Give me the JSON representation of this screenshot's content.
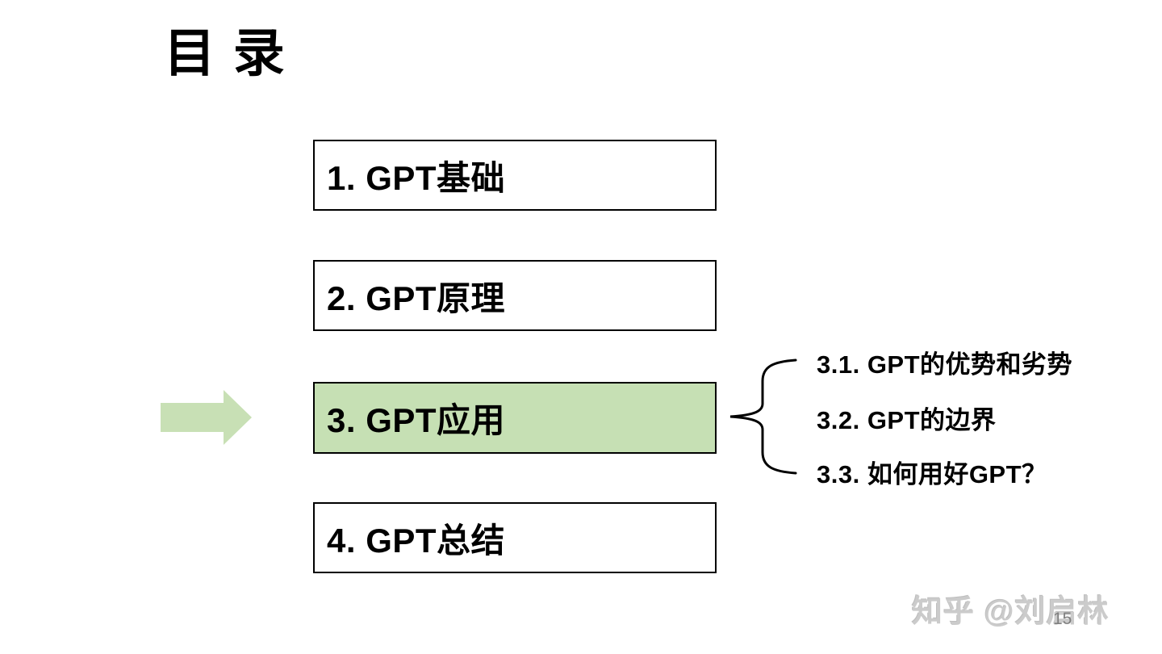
{
  "slide": {
    "title": "目 录",
    "page_number": "15",
    "watermark": "知乎 @刘启林"
  },
  "toc": {
    "items": [
      {
        "label": "1. GPT基础",
        "highlighted": false
      },
      {
        "label": "2. GPT原理",
        "highlighted": false
      },
      {
        "label": "3. GPT应用",
        "highlighted": true
      },
      {
        "label": "4. GPT总结",
        "highlighted": false
      }
    ],
    "subitems": [
      "3.1. GPT的优势和劣势",
      "3.2. GPT的边界",
      "3.3. 如何用好GPT？"
    ]
  },
  "icons": {
    "arrow": "right-arrow-indicator",
    "brace": "left-curly-brace-connector"
  },
  "colors": {
    "highlight_green": "#c6e0b4",
    "arrow_green": "#c8e0b5",
    "box_border": "#000000",
    "text": "#000000",
    "watermark_gray": "#cbcbcb",
    "page_number_gray": "#7f7f7f",
    "background": "#ffffff"
  }
}
